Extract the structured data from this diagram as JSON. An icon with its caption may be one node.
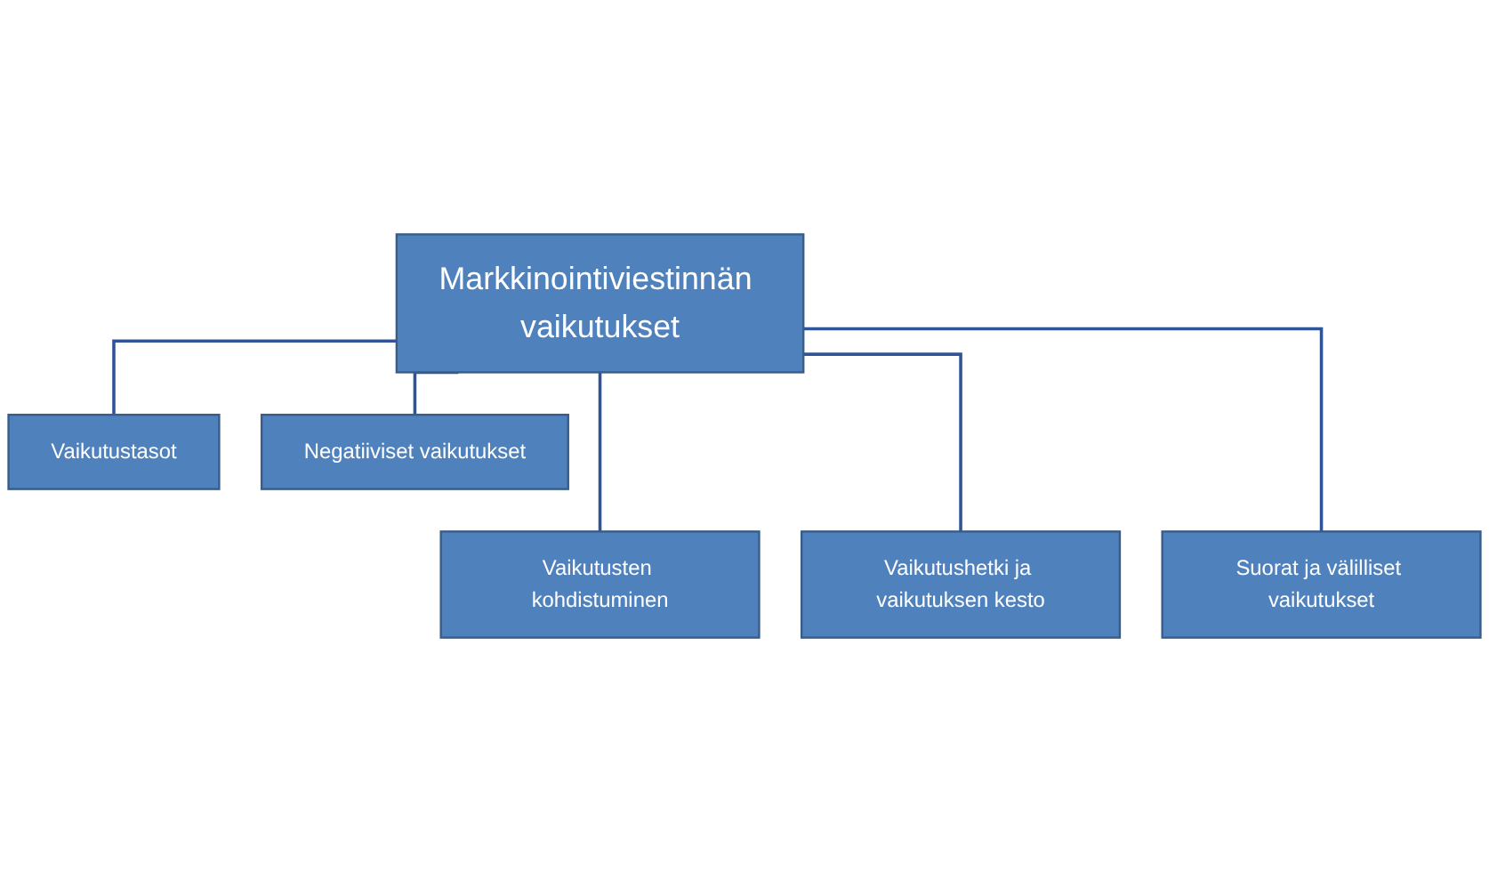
{
  "diagram": {
    "nodes": [
      {
        "text": [
          "Markkinointiviestinnän vaikutukset"
        ]
      },
      {
        "text": [
          "Vaikutustasot"
        ]
      },
      {
        "text": [
          "Negatiiviset vaikutukset"
        ]
      },
      {
        "text": [
          "Vaikutusten kohdistuminen"
        ]
      },
      {
        "text": [
          "Vaikutushetki ja vaikutuksen kesto"
        ]
      },
      {
        "text": [
          "Suorat ja välilliset vaikutukset"
        ]
      }
    ],
    "edges": [
      {
        "from": 0,
        "to": 1,
        "arrow": "none"
      },
      {
        "from": 0,
        "to": 2,
        "arrow": "none"
      },
      {
        "from": 0,
        "to": 3,
        "arrow": "none"
      },
      {
        "from": 0,
        "to": 4,
        "arrow": "none"
      },
      {
        "from": 0,
        "to": 5,
        "arrow": "none"
      }
    ]
  }
}
